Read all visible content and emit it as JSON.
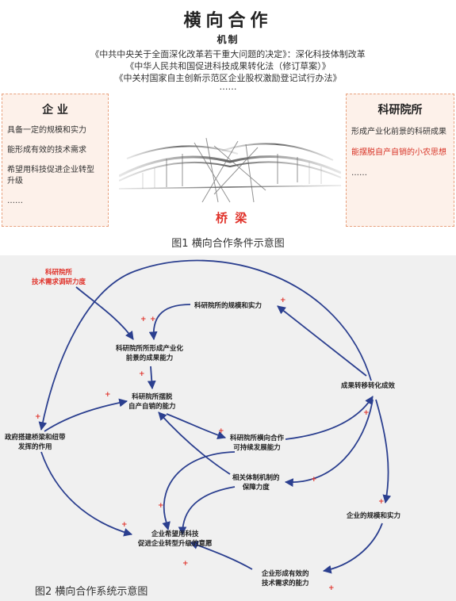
{
  "header": {
    "title": "横向合作",
    "subtitle": "机制",
    "laws": [
      "《中共中央关于全面深化改革若干重大问题的决定》：深化科技体制改革",
      "《中华人民共和国促进科技成果转化法（修订草案）》",
      "《中关村国家自主创新示范区企业股权激励登记试行办法》",
      "……"
    ]
  },
  "figure1": {
    "left_box": {
      "title": "企 业",
      "items": [
        "具备一定的规模和实力",
        "能形成有效的技术需求",
        "希望用科技促进企业转型",
        "升级",
        "……"
      ]
    },
    "right_box": {
      "title": "科研院所",
      "items": [
        "形成产业化前景的科研成果",
        "能摆脱自产自销的小农思想",
        "……"
      ],
      "highlight_color": "#d83326"
    },
    "bridge_label": "桥 梁",
    "caption": "图1 横向合作条件示意图"
  },
  "figure2": {
    "nodes": {
      "top_red_1": "科研院所",
      "top_red_2": "技术需求调研力度",
      "scale_research": "科研院所的规模和实力",
      "industrial_1": "科研院所所形成产业化",
      "industrial_2": "前景的成果能力",
      "escape_1": "科研院所摆脱",
      "escape_2": "自产自销的能力",
      "gov_1": "政府搭建桥梁和纽带",
      "gov_2": "发挥的作用",
      "transfer": "成果转移转化成效",
      "coop_1": "科研院所横向合作",
      "coop_2": "可持续发展能力",
      "system_1": "相关体制机制的",
      "system_2": "保障力度",
      "enterprise_scale": "企业的规模和实力",
      "hope_1": "企业希望用科技",
      "hope_2": "促进企业转型升级的意愿",
      "demand_1": "企业形成有效的",
      "demand_2": "技术需求的能力"
    },
    "plus_sign": "+",
    "caption": "图2 横向合作系统示意图",
    "arrow_color": "#2b3f8f"
  }
}
